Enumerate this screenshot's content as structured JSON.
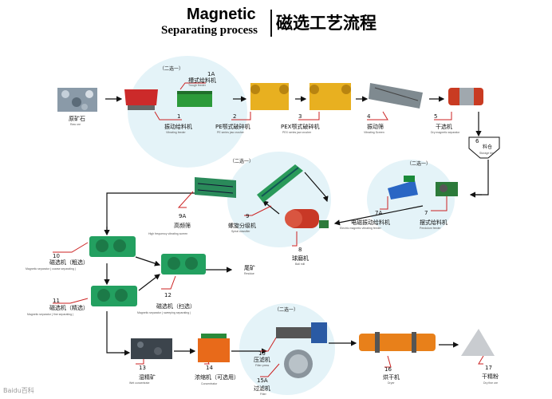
{
  "header": {
    "title_en_1": "Magnetic",
    "title_en_2": "Separating process",
    "title_cn": "磁选工艺流程"
  },
  "pick_one": "（二选一）",
  "items": {
    "raw_ore": {
      "cn": "原矿石",
      "en": "Raw ore"
    },
    "i1": {
      "num": "1",
      "cn": "振动给料机",
      "en": "Vibrating feeder"
    },
    "i1a": {
      "num": "1A",
      "cn": "槽式给料机",
      "en": "Trough feeder"
    },
    "i2": {
      "num": "2",
      "cn": "PE颚式破碎机",
      "en": "PE series jaw crusher"
    },
    "i3": {
      "num": "3",
      "cn": "PEX颚式破碎机",
      "en": "PEX series jaw crusher"
    },
    "i4": {
      "num": "4",
      "cn": "振动筛",
      "en": "Vibrating Screen"
    },
    "i5": {
      "num": "5",
      "cn": "干选机",
      "en": "Dry magnetic separator"
    },
    "i6": {
      "num": "6",
      "cn": "料仓",
      "en": "Storage bin"
    },
    "i7": {
      "num": "7",
      "cn": "摆式给料机",
      "en": "Pendulum feeder"
    },
    "i7a": {
      "num": "7A",
      "cn": "电磁振动给料机",
      "en": "Electric magnetic vibrating feeder"
    },
    "i8": {
      "num": "8",
      "cn": "球磨机",
      "en": "Ball mill"
    },
    "i9": {
      "num": "9",
      "cn": "螺旋分级机",
      "en": "Spiral classifier"
    },
    "i9a": {
      "num": "9A",
      "cn": "高频筛",
      "en": "High frequency vibrating screen"
    },
    "i10": {
      "num": "10",
      "cn": "磁选机（粗选）",
      "en": "Magnetic separator ( coarse separating )"
    },
    "i11": {
      "num": "11",
      "cn": "磁选机（精选）",
      "en": "Magnetic separator ( fine separating )"
    },
    "i12": {
      "num": "12",
      "cn": "磁选机（扫选）",
      "en": "Magnetic separator ( sweeping separating )"
    },
    "residue": {
      "cn": "尾矿",
      "en": "Residue"
    },
    "i13": {
      "num": "13",
      "cn": "湿精矿",
      "en": "Wet concentrate"
    },
    "i14": {
      "num": "14",
      "cn": "浓缩机（可选用）",
      "en": "Concentrator"
    },
    "i15": {
      "num": "15",
      "cn": "压滤机",
      "en": "Filter press"
    },
    "i15a": {
      "num": "15A",
      "cn": "过滤机",
      "en": "Filter"
    },
    "i16": {
      "num": "16",
      "cn": "烘干机",
      "en": "Dryer"
    },
    "i17": {
      "num": "17",
      "cn": "干精粉",
      "en": "Dry fine ore"
    }
  },
  "watermark": "Baidu百科"
}
